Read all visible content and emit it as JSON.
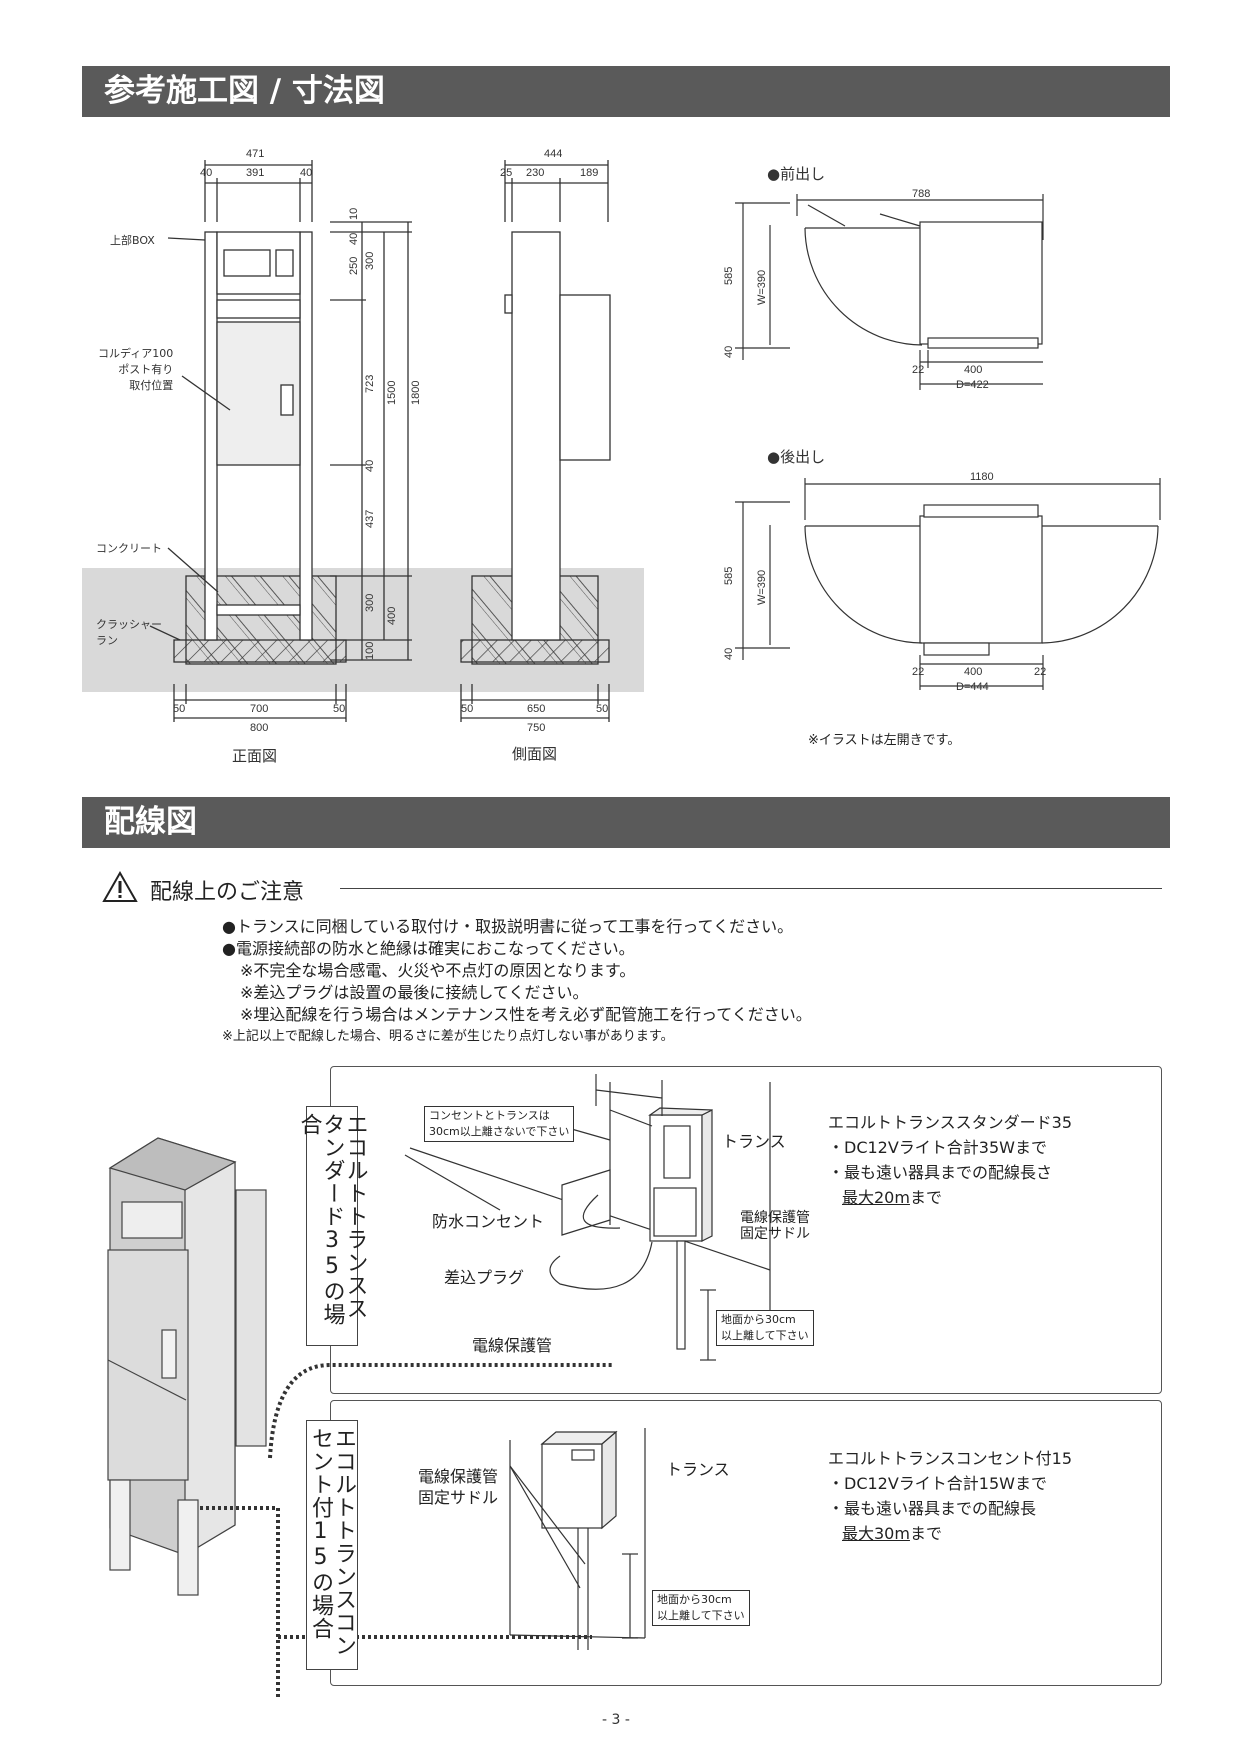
{
  "section1": {
    "title": "参考施工図 / 寸法図"
  },
  "front_view": {
    "caption": "正面図",
    "top_dims": {
      "total": "471",
      "left": "40",
      "middle": "391",
      "right": "40"
    },
    "vert_dims": [
      "10",
      "40",
      "250",
      "300",
      "723",
      "1500",
      "1800",
      "40",
      "437",
      "300",
      "400",
      "100"
    ],
    "bottom_dims": {
      "left": "50",
      "middle": "700",
      "right": "50",
      "total": "800"
    },
    "labels": {
      "top_box": "上部BOX",
      "mount": [
        "コルディア100",
        "ポスト有り",
        "取付位置"
      ],
      "concrete": "コンクリート",
      "crusher": [
        "クラッシャー",
        "ラン"
      ]
    }
  },
  "side_view": {
    "caption": "側面図",
    "top_dims": {
      "total": "444",
      "a": "25",
      "b": "230",
      "c": "189"
    },
    "bottom_dims": {
      "left": "50",
      "middle": "650",
      "right": "50",
      "total": "750"
    }
  },
  "plan_front": {
    "title": "●前出し",
    "width": "788",
    "depth_dims": [
      "585",
      "W=390",
      "40"
    ],
    "bottom_dims": [
      "22",
      "400",
      "D=422"
    ]
  },
  "plan_back": {
    "title": "●後出し",
    "width": "1180",
    "depth_dims": [
      "585",
      "W=390",
      "40"
    ],
    "bottom_dims": [
      "22",
      "400",
      "22",
      "D=444"
    ]
  },
  "illustration_note": "※イラストは左開きです。",
  "section2": {
    "title": "配線図"
  },
  "caution": {
    "title": "配線上のご注意",
    "lines": [
      "●トランスに同梱している取付け・取扱説明書に従って工事を行ってください。",
      "●電源接続部の防水と絶縁は確実におこなってください。",
      "※不完全な場合感電、火災や不点灯の原因となります。",
      "※差込プラグは設置の最後に接続してください。",
      "※埋込配線を行う場合はメンテナンス性を考え必ず配管施工を行ってください。"
    ],
    "footnote": "※上記以上で配線した場合、明るさに差が生じたり点灯しない事があります。"
  },
  "wiring_std": {
    "vertical_label": "エコルトトランススタンダード35の場合",
    "distance_note": [
      "コンセントとトランスは",
      "30cm以上離さないで下さい"
    ],
    "outlet": "防水コンセント",
    "plug": "差込プラグ",
    "conduit": "電線保護管",
    "trans": "トランス",
    "saddle": [
      "電線保護管",
      "固定サドル"
    ],
    "ground_note": [
      "地面から30cm",
      "以上離して下さい"
    ],
    "spec_title": "エコルトトランススタンダード35",
    "spec_lines": [
      "・DC12Vライト合計35Wまで",
      "・最も遠い器具までの配線長さ"
    ],
    "spec_max_u": "最大20m",
    "spec_max_tail": "まで"
  },
  "wiring_outlet": {
    "vertical_label": "エコルトトランスコンセント付15の場合",
    "saddle": [
      "電線保護管",
      "固定サドル"
    ],
    "trans": "トランス",
    "ground_note": [
      "地面から30cm",
      "以上離して下さい"
    ],
    "spec_title": "エコルトトランスコンセント付15",
    "spec_lines": [
      "・DC12Vライト合計15Wまで",
      "・最も遠い器具までの配線長"
    ],
    "spec_max_u": "最大30m",
    "spec_max_tail": "まで"
  },
  "page_number": "- 3 -"
}
